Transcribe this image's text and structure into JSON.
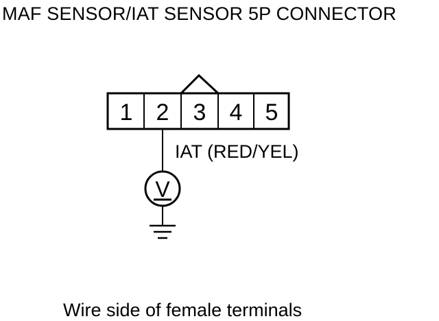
{
  "title": "MAF SENSOR/IAT SENSOR 5P CONNECTOR",
  "connector": {
    "pins": [
      "1",
      "2",
      "3",
      "4",
      "5"
    ]
  },
  "wire_label": "IAT (RED/YEL)",
  "meter_symbol": "V",
  "caption": "Wire side of female terminals"
}
